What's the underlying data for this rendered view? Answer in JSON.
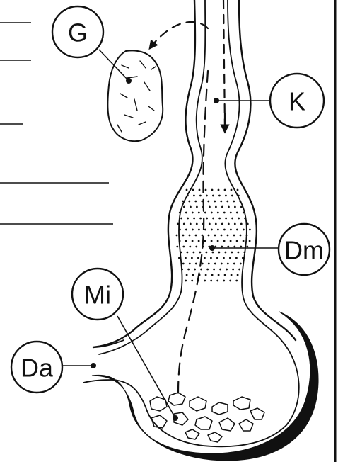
{
  "labels": {
    "G": "G",
    "K": "K",
    "Dm": "Dm",
    "Mi": "Mi",
    "Da": "Da"
  },
  "colors": {
    "ink": "#111111",
    "paper": "#ffffff"
  }
}
